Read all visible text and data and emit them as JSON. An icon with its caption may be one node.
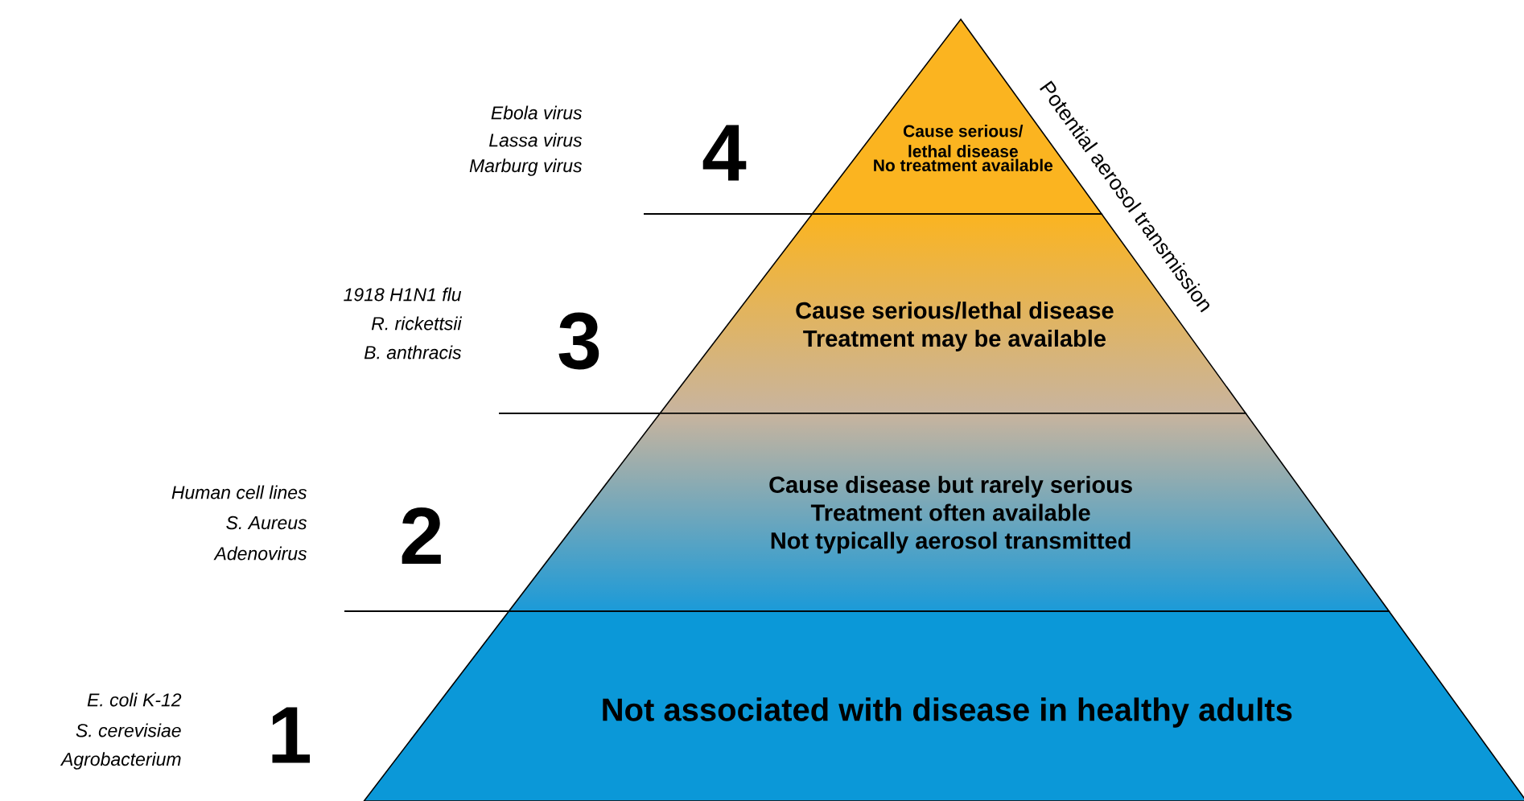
{
  "diagram": {
    "nodes": [
      {
        "text": [
          "Cause serious/ lethal disease",
          "No treatment available"
        ]
      },
      {
        "text": [
          "Cause serious/lethal disease",
          "Treatment may be available"
        ]
      },
      {
        "text": [
          "Cause disease but rarely serious",
          "Treatment often available",
          "Not typically aerosol transmitted"
        ]
      },
      {
        "text": [
          "Not associated with disease in healthy adults"
        ]
      }
    ],
    "labels": [
      "Ebola virus",
      "Lassa virus",
      "Marburg virus",
      "4",
      "Potential aerosol transmission",
      "1918 H1N1 flu",
      "R. rickettsii",
      "B. anthracis",
      "3",
      "Human cell lines",
      "S. Aureus",
      "Adenovirus",
      "2",
      "E. coli K-12",
      "S. cerevisiae",
      "Agrobacterium",
      "1"
    ]
  }
}
